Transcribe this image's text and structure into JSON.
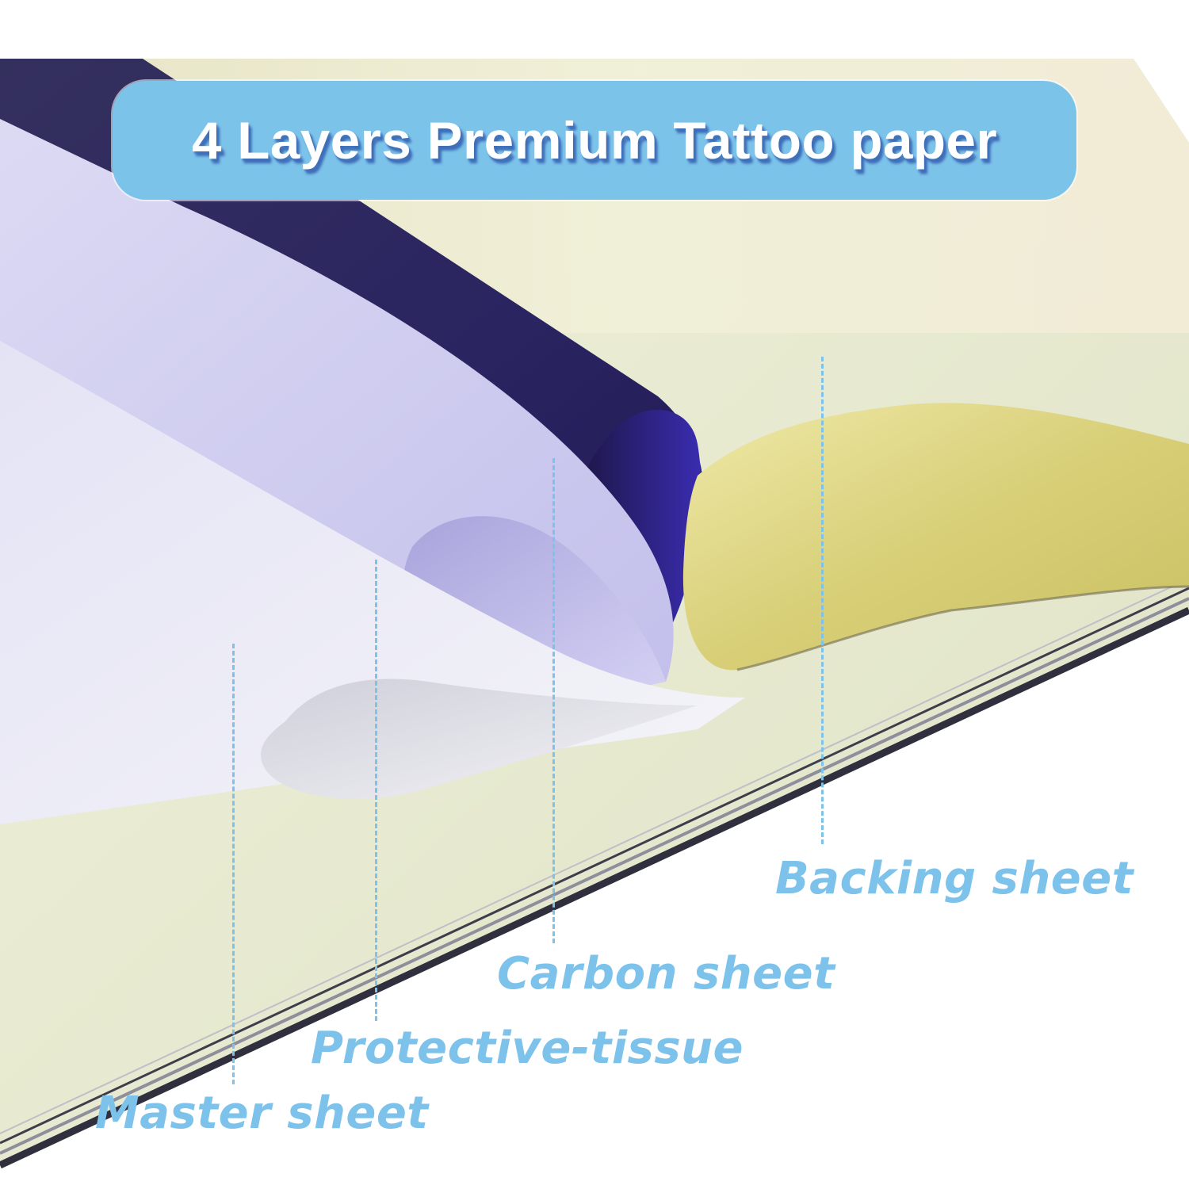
{
  "banner": {
    "title": "4 Layers Premium Tattoo paper",
    "background_color": "#7cc3ea",
    "text_color": "#ffffff",
    "shadow_color": "#3f6fb8"
  },
  "layers": [
    {
      "id": "backing",
      "label": "Backing sheet",
      "color": "#d8cf78"
    },
    {
      "id": "carbon",
      "label": "Carbon sheet",
      "color": "#2b2466"
    },
    {
      "id": "tissue",
      "label": "Protective-tissue",
      "color": "#c9c7ef"
    },
    {
      "id": "master",
      "label": "Master sheet",
      "color": "#ecebf4"
    }
  ],
  "label_color": "#7cc2ea"
}
